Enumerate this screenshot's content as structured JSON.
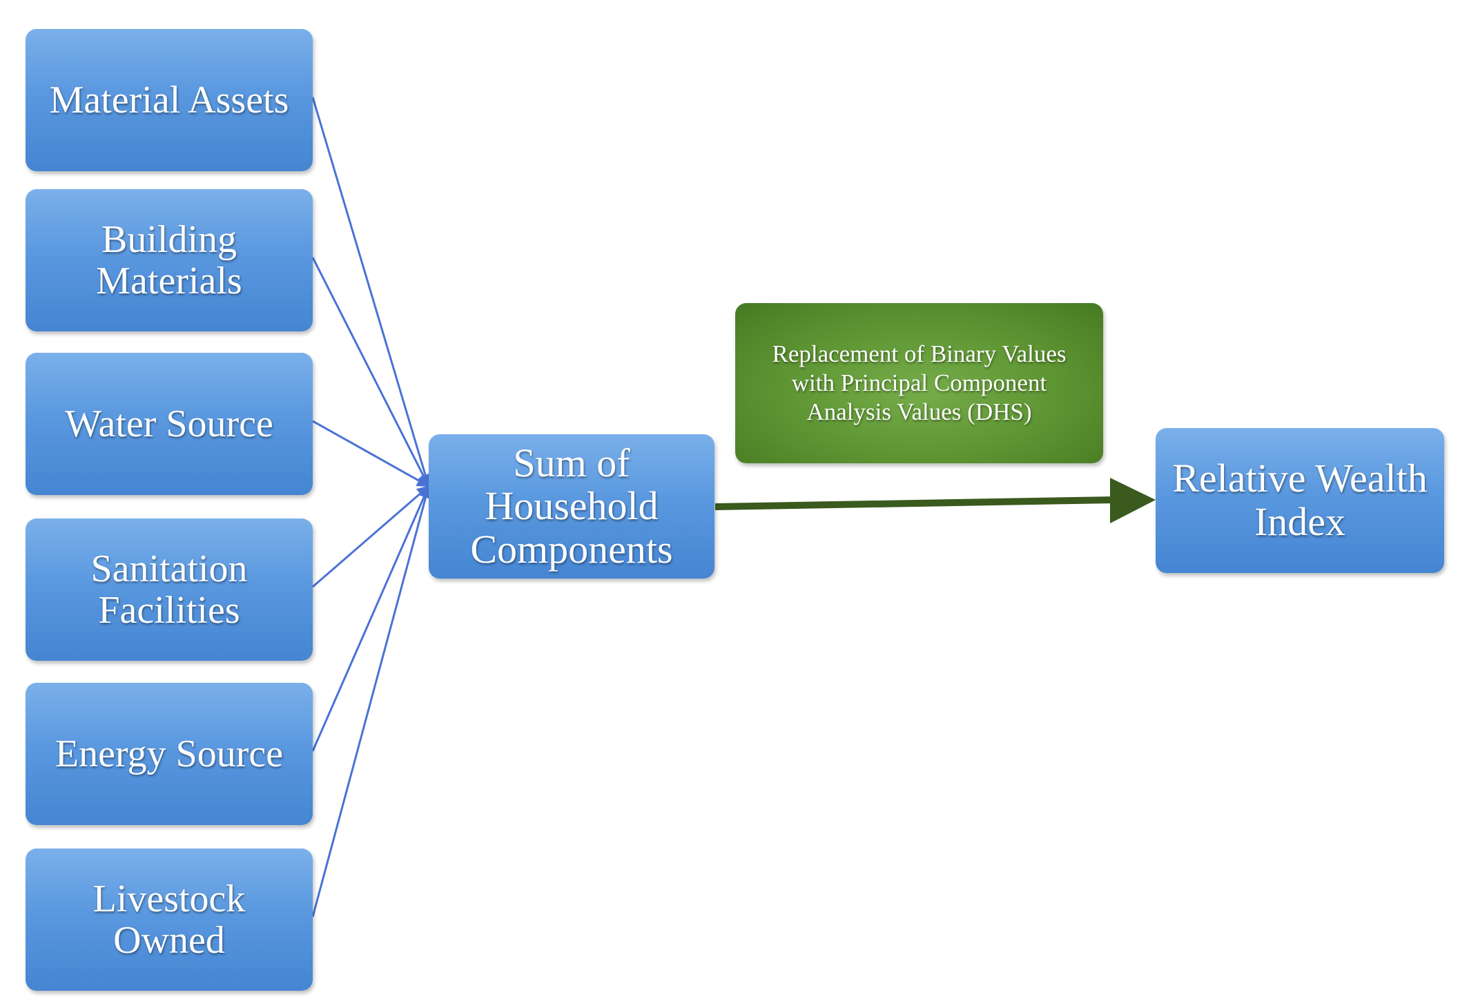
{
  "diagram": {
    "inputs": [
      {
        "id": "material-assets",
        "label": "Material Assets"
      },
      {
        "id": "building-materials",
        "label": "Building Materials"
      },
      {
        "id": "water-source",
        "label": "Water Source"
      },
      {
        "id": "sanitation-facilities",
        "label": "Sanitation Facilities"
      },
      {
        "id": "energy-source",
        "label": "Energy Source"
      },
      {
        "id": "livestock-owned",
        "label": "Livestock Owned"
      }
    ],
    "aggregate": {
      "id": "sum",
      "label": "Sum of Household Components"
    },
    "transformation": {
      "id": "pca",
      "label": "Replacement of Binary Values with Principal Component Analysis Values (DHS)"
    },
    "output": {
      "id": "wealth-index",
      "label": "Relative Wealth Index"
    },
    "colors": {
      "input_node": "#5a98df",
      "transformation_node": "#5d9432",
      "input_connector": "#4a72d6",
      "output_arrow": "#3a5a1e",
      "text": "#ffffff"
    }
  }
}
